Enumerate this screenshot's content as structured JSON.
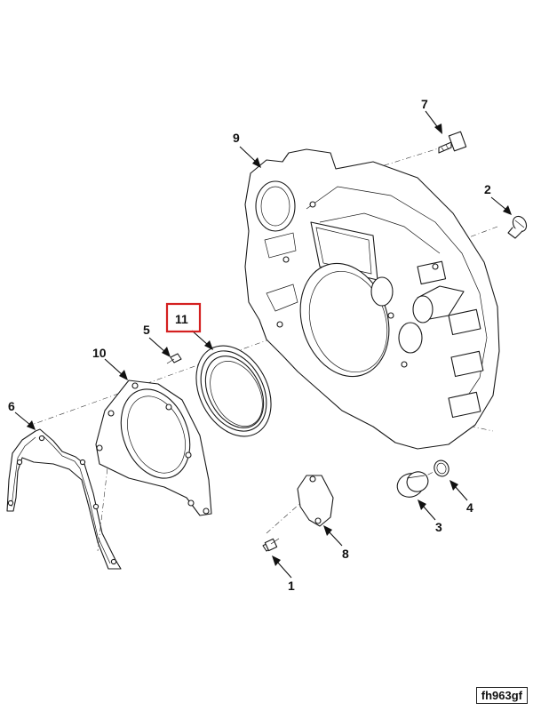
{
  "callouts": {
    "c1": "1",
    "c2": "2",
    "c3": "3",
    "c4": "4",
    "c5": "5",
    "c6": "6",
    "c7": "7",
    "c8": "8",
    "c9": "9",
    "c10": "10",
    "c11": "11"
  },
  "highlighted_callout": "11",
  "highlight_color": "#d42020",
  "figure_code": "fh963gf"
}
